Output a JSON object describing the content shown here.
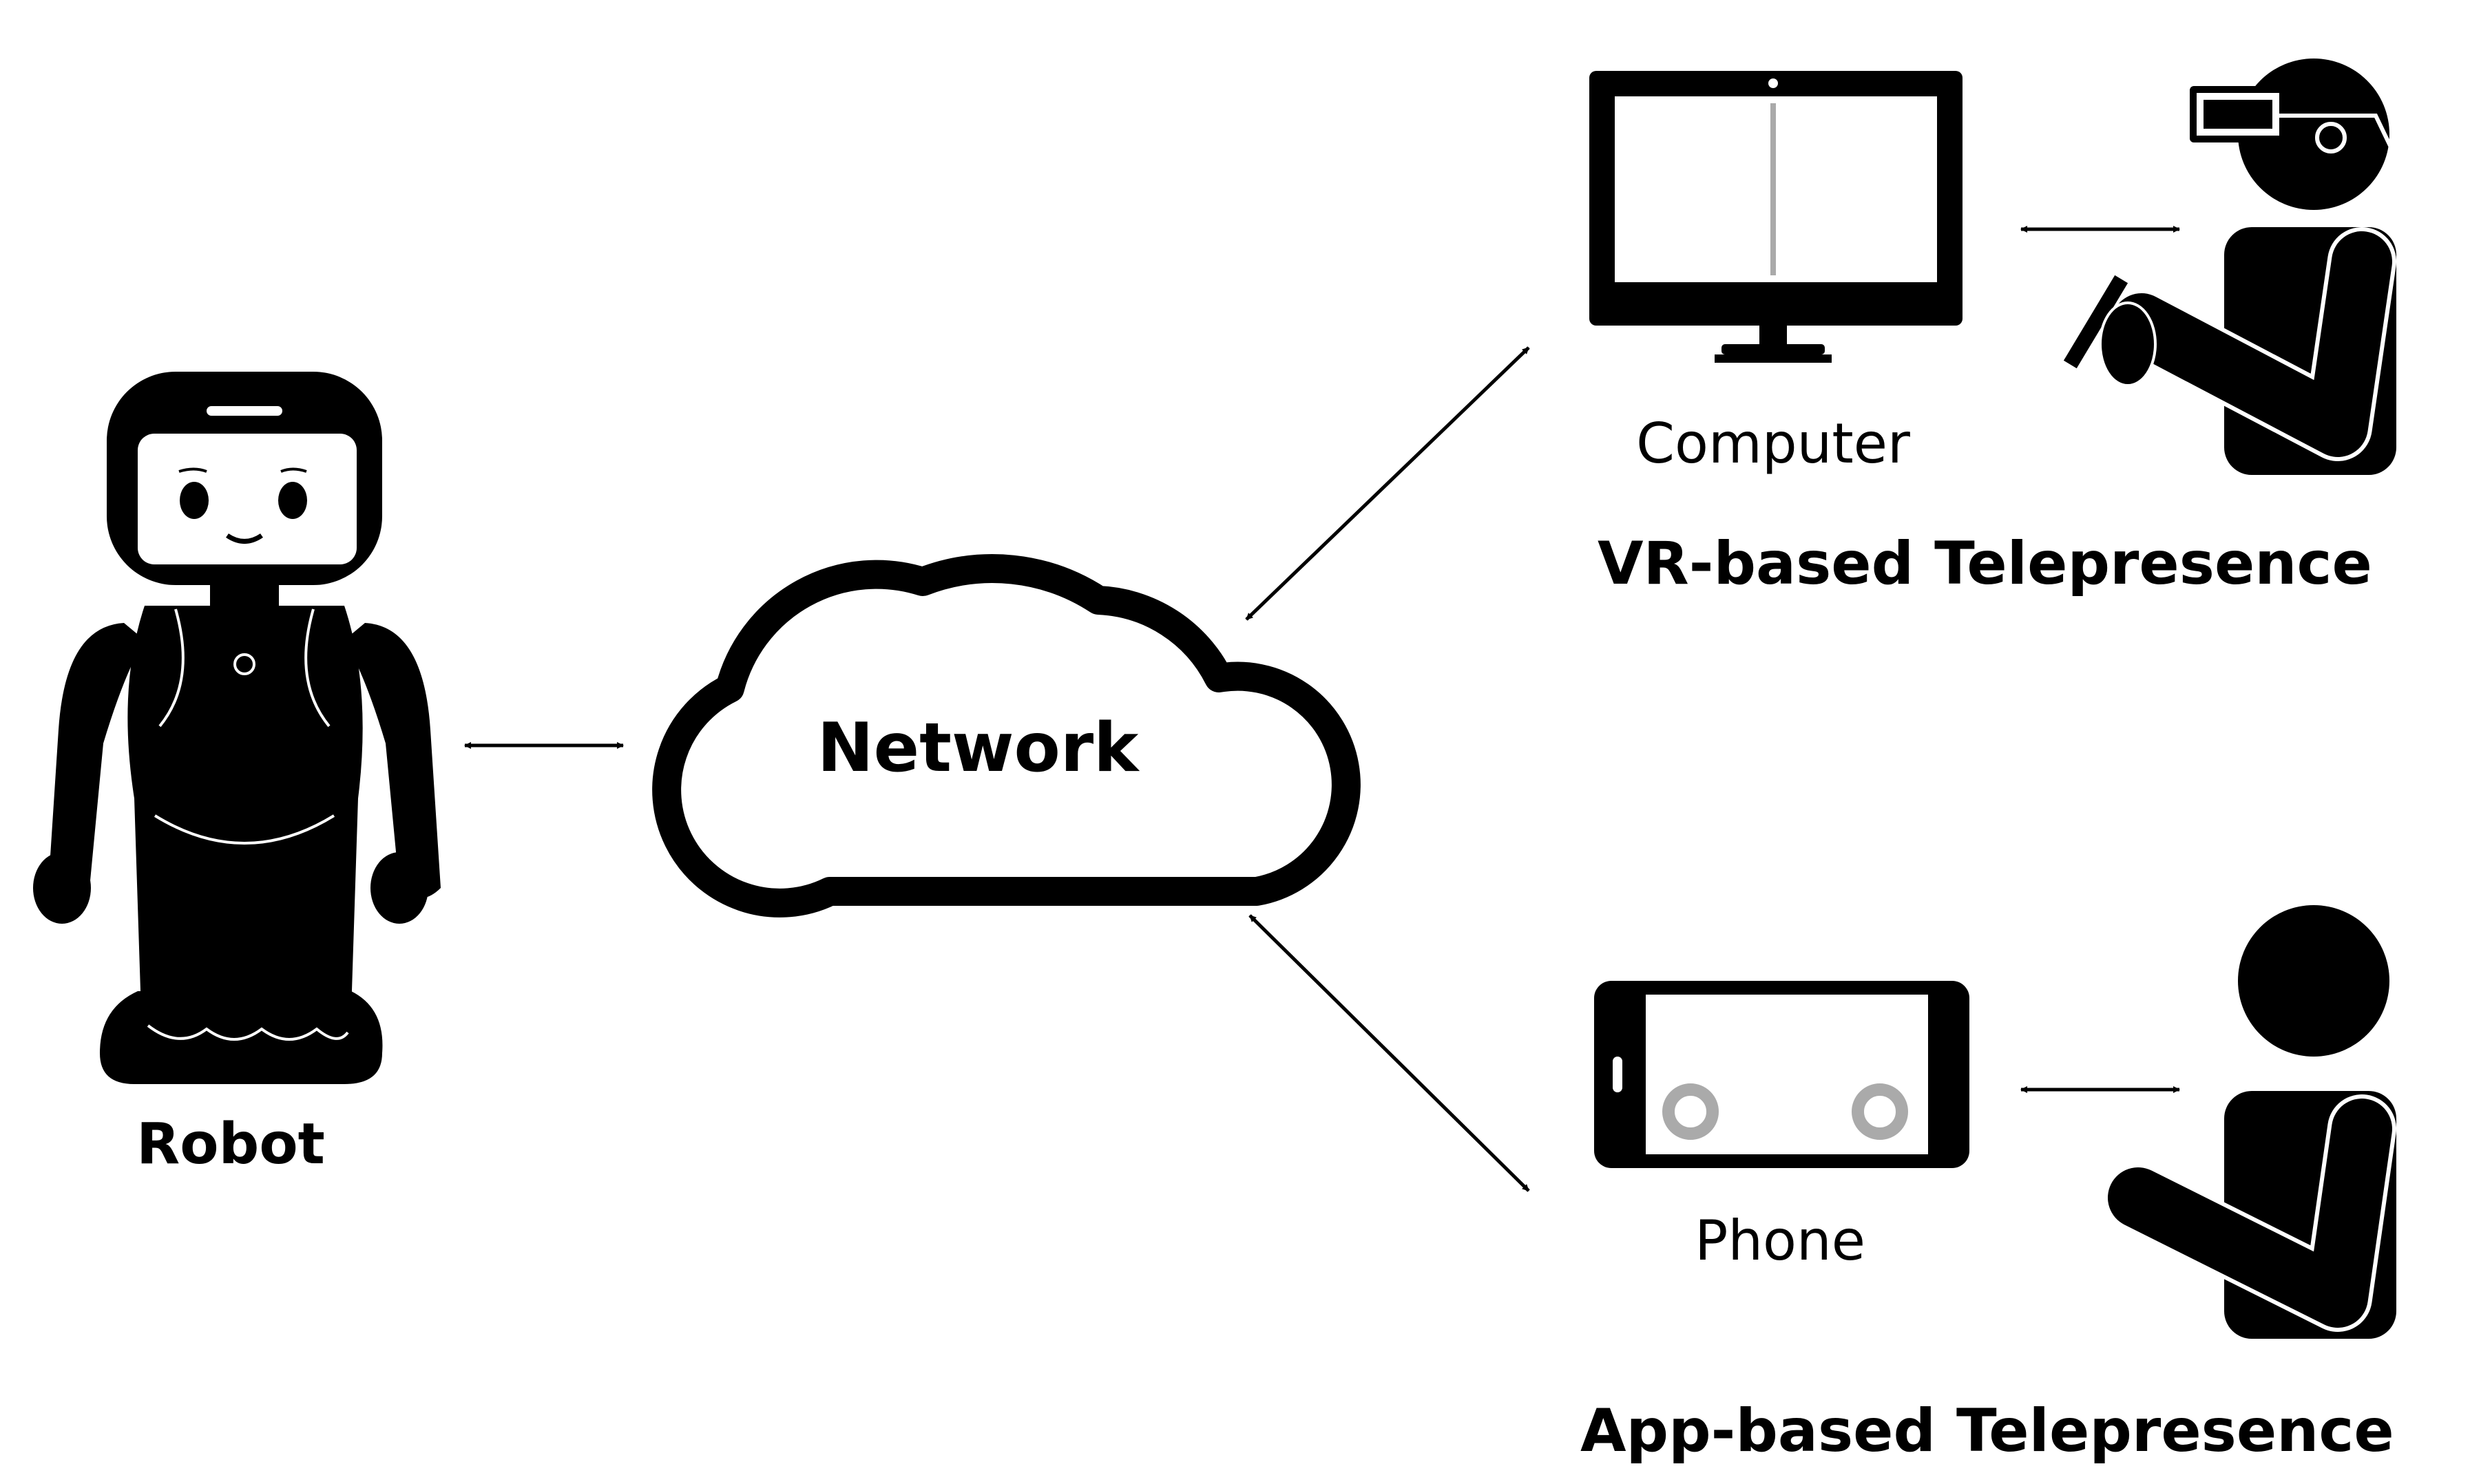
{
  "labels": {
    "robot": "Robot",
    "network": "Network",
    "computer": "Computer",
    "phone": "Phone",
    "vr_telepresence": "VR-based Telepresence",
    "app_telepresence": "App-based Telepresence"
  },
  "colors": {
    "ink": "#000000",
    "screen_accent": "#aaaaaa",
    "background": "#ffffff"
  },
  "icons": [
    "robot-icon",
    "cloud-icon",
    "computer-monitor-icon",
    "vr-headset-user-icon",
    "smartphone-icon",
    "phone-user-icon"
  ]
}
